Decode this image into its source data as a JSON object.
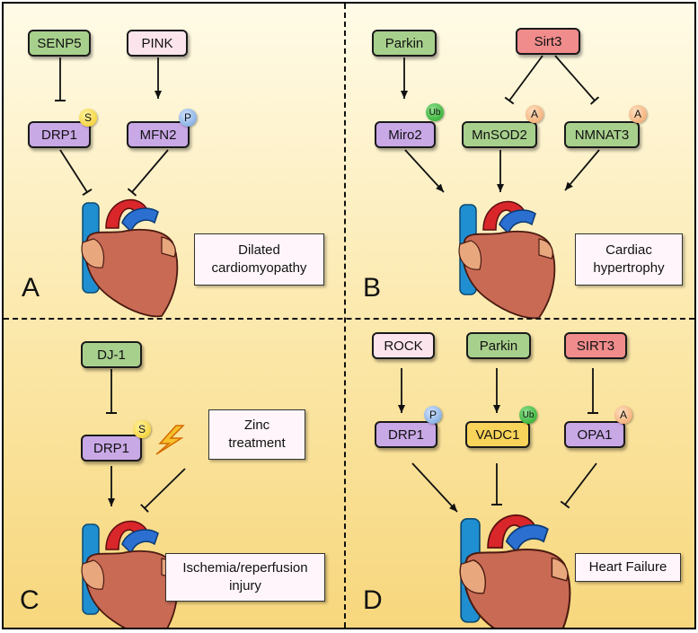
{
  "panel_a": {
    "letter": "A",
    "senp5": "SENP5",
    "pink": "PINK",
    "drp1": "DRP1",
    "drp1_badge": "S",
    "mfn2": "MFN2",
    "mfn2_badge": "P",
    "condition_line1": "Dilated",
    "condition_line2": "cardiomyopathy"
  },
  "panel_b": {
    "letter": "B",
    "parkin": "Parkin",
    "sirt3": "Sirt3",
    "miro2": "Miro2",
    "miro2_badge": "Ub",
    "mnsod2": "MnSOD2",
    "mnsod2_badge": "A",
    "nmnat3": "NMNAT3",
    "nmnat3_badge": "A",
    "condition_line1": "Cardiac",
    "condition_line2": "hypertrophy"
  },
  "panel_c": {
    "letter": "C",
    "dj1": "DJ-1",
    "drp1": "DRP1",
    "drp1_badge": "S",
    "zinc_line1": "Zinc",
    "zinc_line2": "treatment",
    "condition_line1": "Ischemia/reperfusion",
    "condition_line2": "injury"
  },
  "panel_d": {
    "letter": "D",
    "rock": "ROCK",
    "parkin": "Parkin",
    "sirt3": "SIRT3",
    "drp1": "DRP1",
    "drp1_badge": "P",
    "vadc1": "VADC1",
    "vadc1_badge": "Ub",
    "opa1": "OPA1",
    "opa1_badge": "A",
    "condition": "Heart Failure"
  },
  "colors": {
    "activator": "#a8d08d",
    "kinase": "#fce4ec",
    "target": "#c9a8e6",
    "deacetylase": "#f08c8c",
    "channel": "#f9d45a"
  }
}
